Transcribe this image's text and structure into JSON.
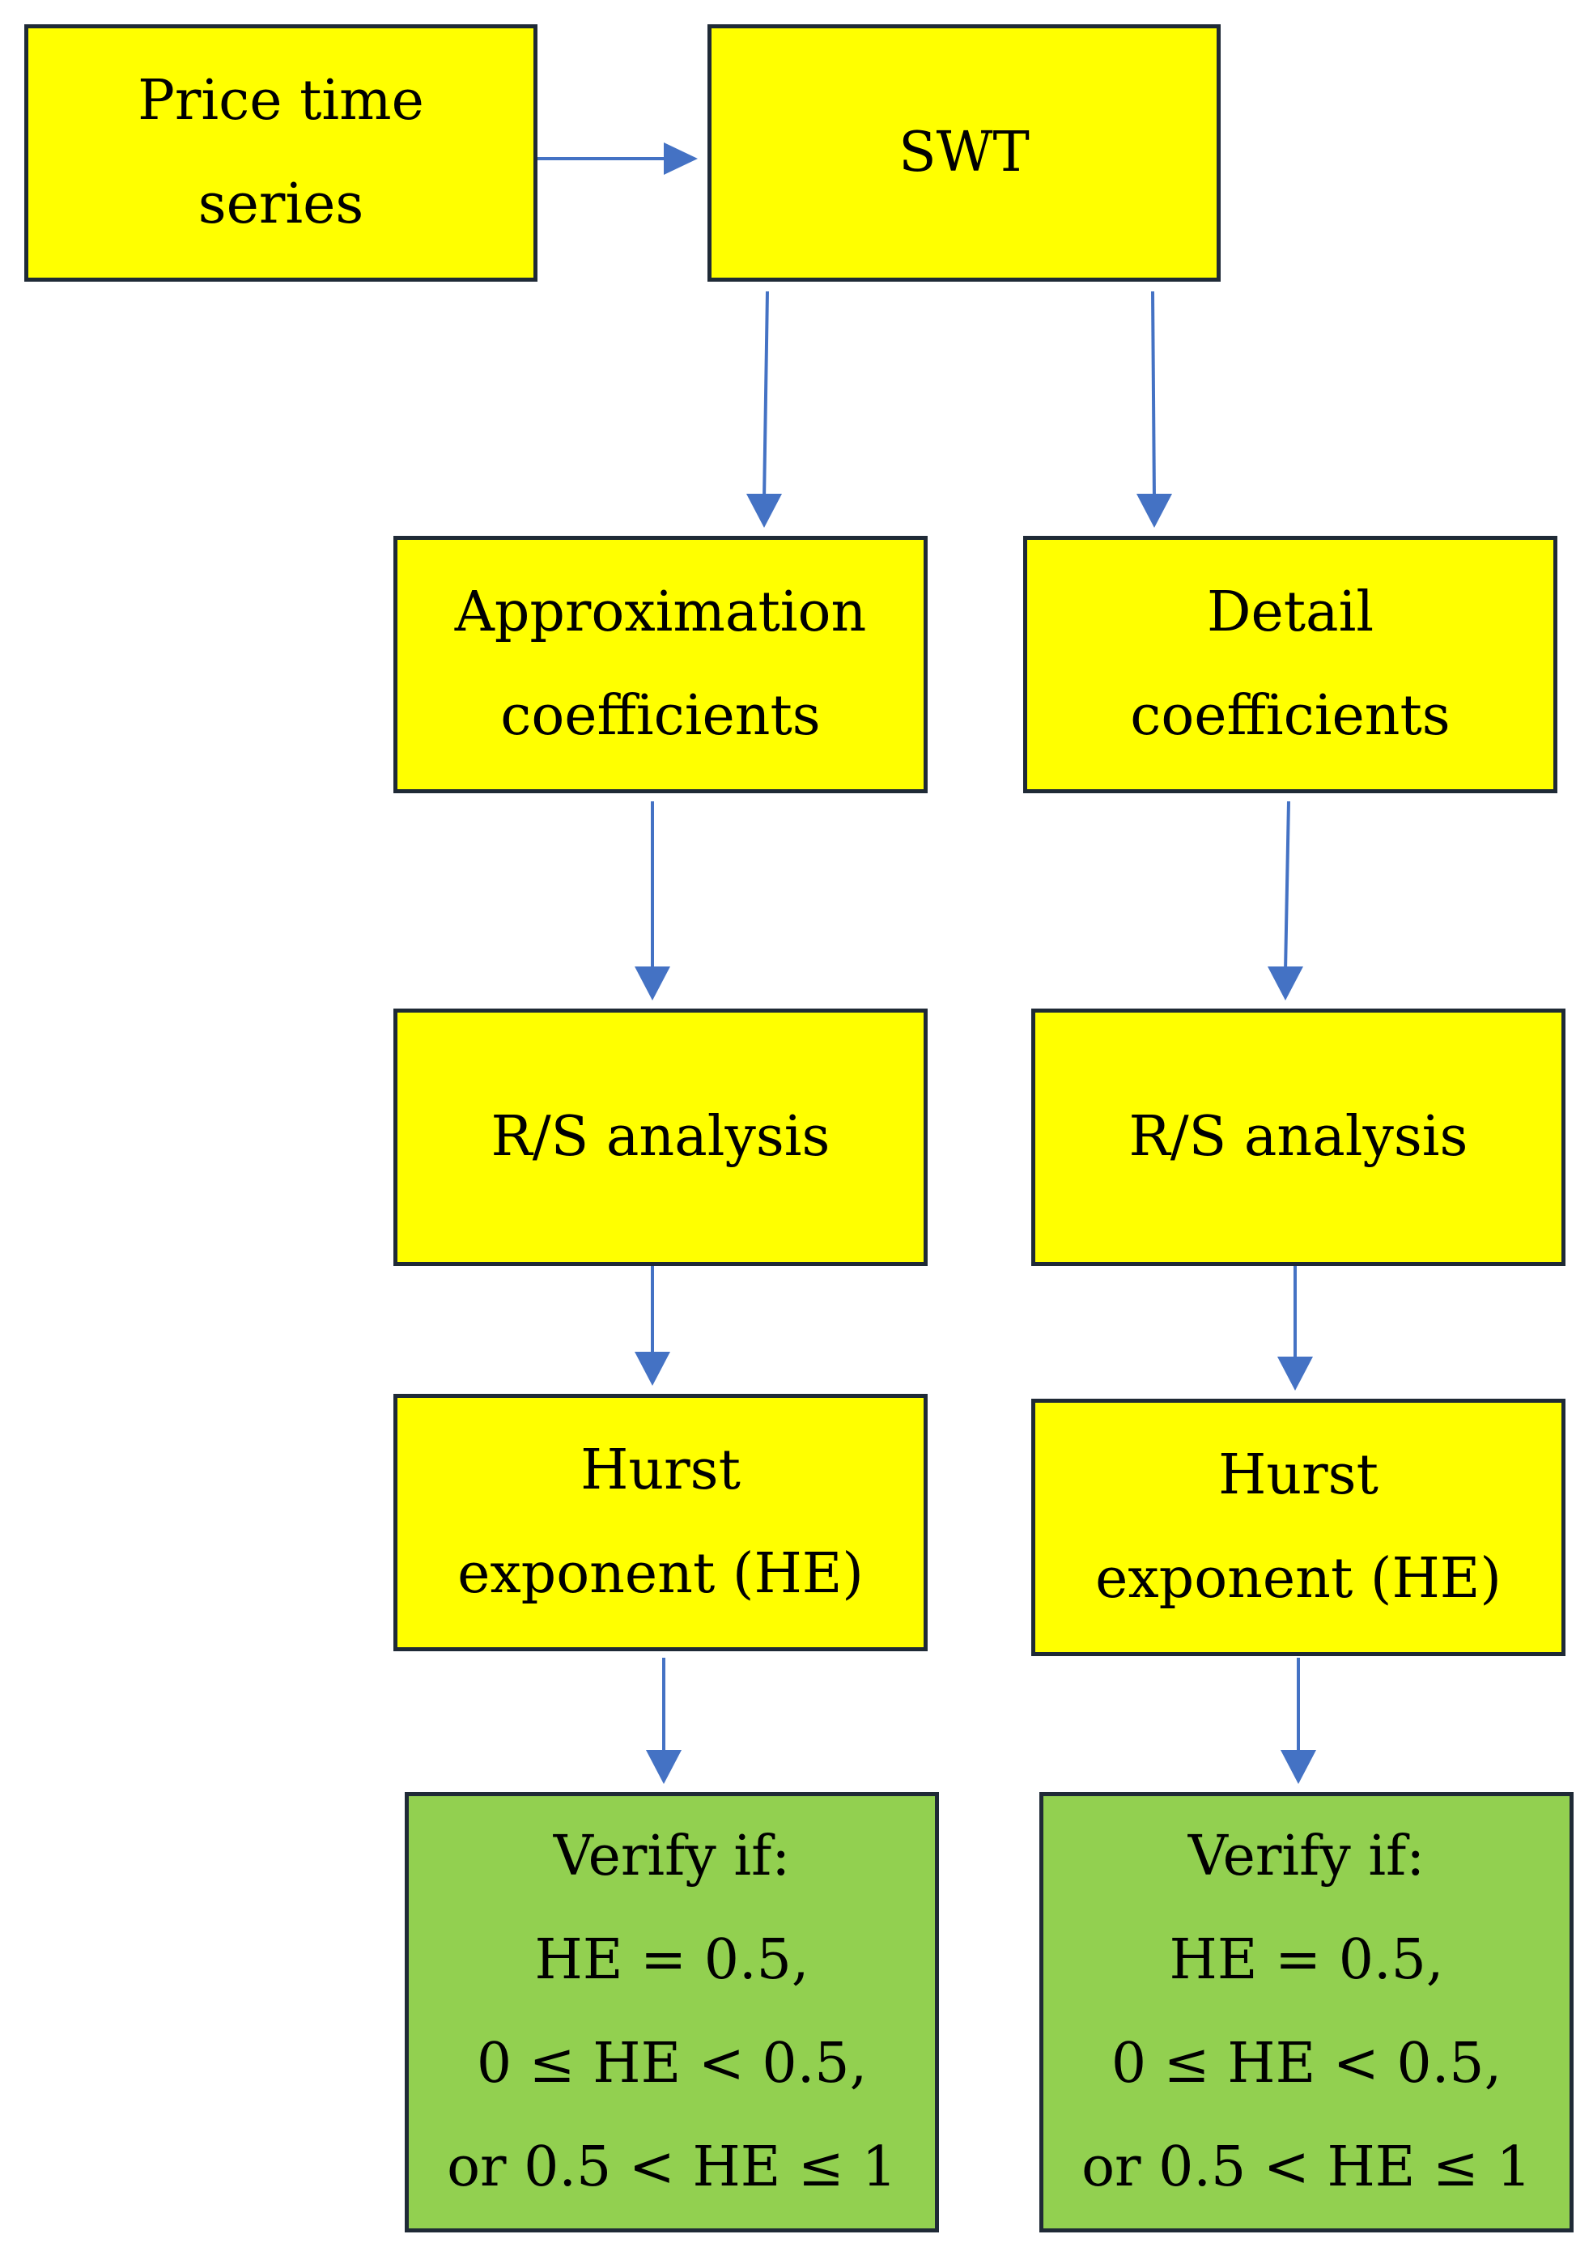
{
  "colors": {
    "process_fill": "#ffff00",
    "result_fill": "#92d050",
    "border": "#1f2a36",
    "arrow": "#4472c4"
  },
  "boxes": {
    "price": {
      "lines": [
        "Price time",
        "series"
      ]
    },
    "swt": {
      "lines": [
        "SWT"
      ]
    },
    "approx": {
      "lines": [
        "Approximation",
        "coefficients"
      ]
    },
    "detail": {
      "lines": [
        "Detail",
        "coefficients"
      ]
    },
    "rs_left": {
      "lines": [
        "R/S analysis"
      ]
    },
    "rs_right": {
      "lines": [
        "R/S analysis"
      ]
    },
    "hurst_left": {
      "lines": [
        "Hurst",
        "exponent (HE)"
      ]
    },
    "hurst_right": {
      "lines": [
        "Hurst",
        "exponent (HE)"
      ]
    },
    "verify_left": {
      "lines": [
        "Verify if:",
        "HE = 0.5,",
        "0 ≤ HE < 0.5,",
        "or 0.5 < HE ≤ 1"
      ]
    },
    "verify_right": {
      "lines": [
        "Verify if:",
        "HE = 0.5,",
        "0 ≤ HE < 0.5,",
        "or 0.5 < HE ≤ 1"
      ]
    }
  },
  "edges": [
    {
      "from": "price",
      "to": "swt"
    },
    {
      "from": "swt",
      "to": "approx"
    },
    {
      "from": "swt",
      "to": "detail"
    },
    {
      "from": "approx",
      "to": "rs_left"
    },
    {
      "from": "detail",
      "to": "rs_right"
    },
    {
      "from": "rs_left",
      "to": "hurst_left"
    },
    {
      "from": "rs_right",
      "to": "hurst_right"
    },
    {
      "from": "hurst_left",
      "to": "verify_left"
    },
    {
      "from": "hurst_right",
      "to": "verify_right"
    }
  ]
}
